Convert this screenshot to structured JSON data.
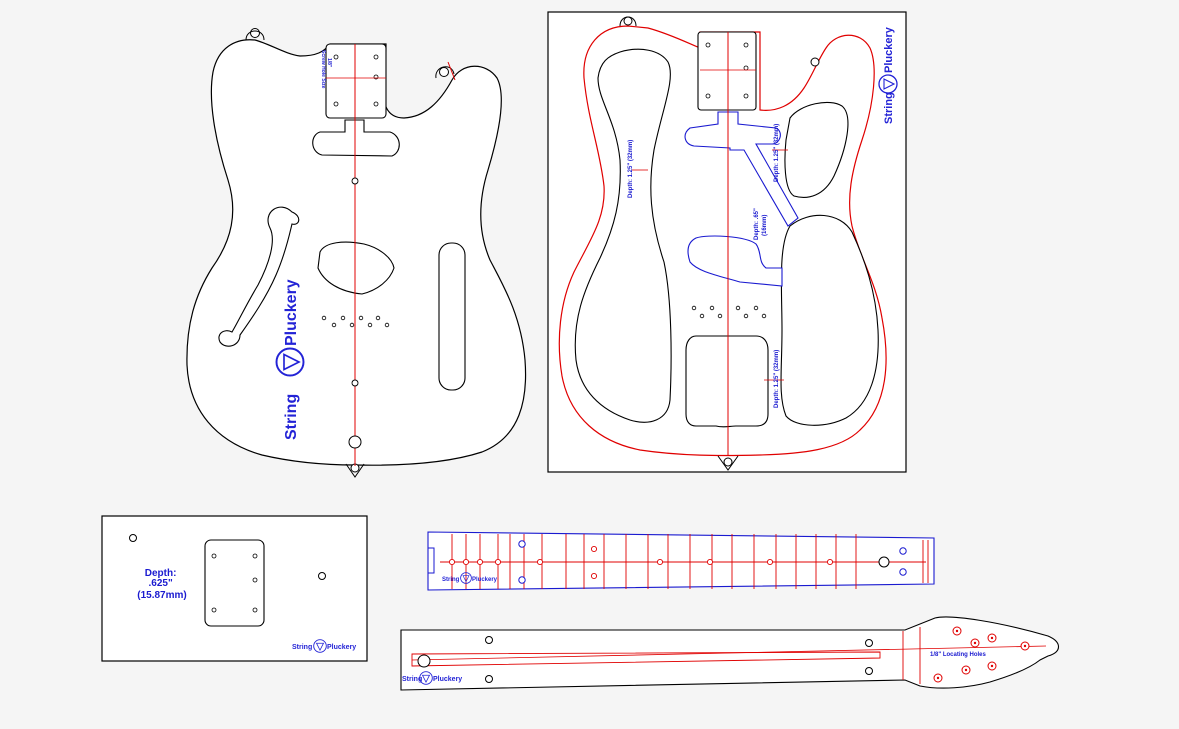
{
  "colors": {
    "background": "#f5f5f5",
    "outline": "#000000",
    "centerline": "#e00000",
    "cavity": "#1a1ad0",
    "brand": "#2323d6"
  },
  "brand": {
    "name_left": "String",
    "name_right": "Pluckery",
    "logo": "guitar-pick-logo-icon"
  },
  "body_template": {
    "small_label_line1": "Screw Hole Size",
    "small_label_line2": "1/8\""
  },
  "routing_template": {
    "depth_labels": [
      "Depth: 1.25\" (32mm)",
      "Depth: 1.25\" (32mm)",
      "Depth: .65\"",
      "(16mm)",
      "Depth: 1.25\" (32mm)"
    ]
  },
  "neck_pocket_template": {
    "depth_line1": "Depth:",
    "depth_line2": ".625\"",
    "depth_line3": "(15.87mm)"
  },
  "neck_template": {
    "locating_holes_label": "1/8\" Locating Holes"
  }
}
